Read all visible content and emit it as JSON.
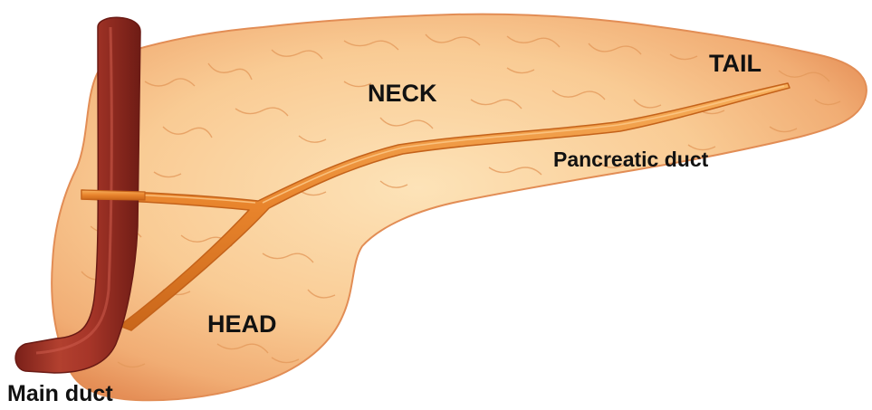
{
  "labels": {
    "neck": "NECK",
    "tail": "TAIL",
    "pancreatic_duct": "Pancreatic duct",
    "head": "HEAD",
    "main_duct": "Main duct"
  },
  "colors": {
    "tissue_light": "#fbd9a6",
    "tissue_mid": "#f3b377",
    "tissue_edge": "#e8935a",
    "lobule_lines": "#e49a5c",
    "duct_fill": "#e8842c",
    "duct_highlight": "#f8b868",
    "main_duct_fill": "#a63528",
    "main_duct_shadow": "#7a2019",
    "main_duct_highlight": "#c25040",
    "label_text": "#111111"
  }
}
